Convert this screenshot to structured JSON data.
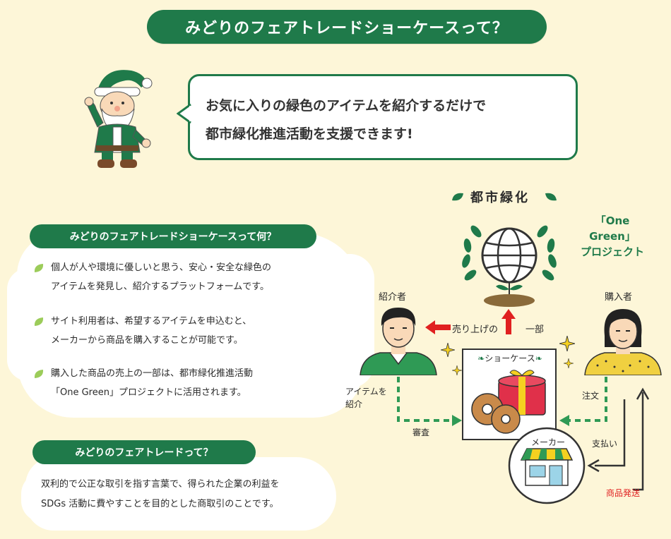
{
  "header": {
    "title": "みどりのフェアトレードショーケースって？"
  },
  "speech": {
    "line1": "お気に入りの緑色のアイテムを紹介するだけで",
    "line2": "都市緑化推進活動を支援できます!"
  },
  "section1": {
    "title": "みどりのフェアトレードショーケースって何？",
    "bullets": [
      {
        "l1": "個人が人や環境に優しいと思う、安心・安全な緑色の",
        "l2": "アイテムを発見し、紹介するプラットフォームです。"
      },
      {
        "l1": "サイト利用者は、希望するアイテムを申込むと、",
        "l2": "メーカーから商品を購入することが可能です。"
      },
      {
        "l1": "購入した商品の売上の一部は、都市緑化推進活動",
        "l2": "「One Green」プロジェクトに活用されます。"
      }
    ]
  },
  "section2": {
    "title": "みどりのフェアトレードって？",
    "l1": "双利的で公正な取引を指す言葉で、得られた企業の利益を",
    "l2": "SDGs 活動に費やすことを目的とした商取引のことです。"
  },
  "diagram": {
    "urban_greening": "都市緑化",
    "project_l1": "「One Green」",
    "project_l2": "プロジェクト",
    "introducer": "紹介者",
    "buyer": "購入者",
    "sales_l1": "売り上げの",
    "sales_l2": "一部",
    "showcase": "ショーケース",
    "item_intro_l1": "アイテムを",
    "item_intro_l2": "紹介",
    "review": "審査",
    "order": "注文",
    "payment": "支払い",
    "maker": "メーカー",
    "shipping": "商品発送"
  },
  "colors": {
    "brand_green": "#1f7a4a",
    "background": "#fdf6d8",
    "arrow_red": "#e02020",
    "accent_green": "#2f9a55",
    "shipping_red": "#e02020"
  }
}
